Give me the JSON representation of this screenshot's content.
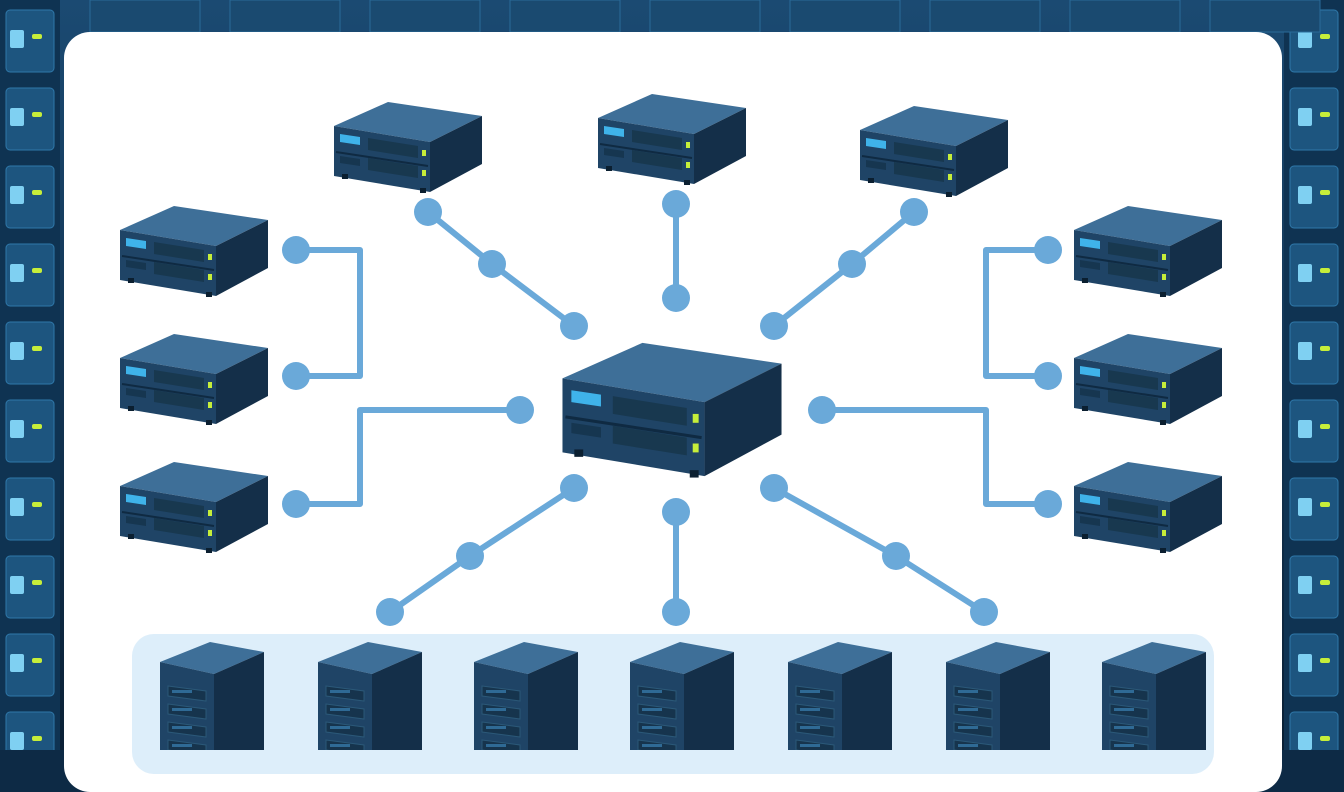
{
  "colors": {
    "background_dark": "#0d2a45",
    "rack_blue": "#1a4f78",
    "panel": "#ffffff",
    "tray": "#ddeefa",
    "link": "#6aa9d9",
    "server_top": "#3e6f98",
    "server_front": "#1f4466",
    "server_side": "#142f49",
    "screen": "#3fb3ea",
    "led": "#c6ee3a"
  },
  "topology": {
    "hub": "central-switch",
    "satellite_servers": [
      "server-top-left",
      "server-top-center",
      "server-top-right",
      "server-left-1",
      "server-left-2",
      "server-left-3",
      "server-right-1",
      "server-right-2",
      "server-right-3"
    ],
    "tower_servers": [
      "tower-1",
      "tower-2",
      "tower-3",
      "tower-4",
      "tower-5",
      "tower-6",
      "tower-7"
    ]
  }
}
